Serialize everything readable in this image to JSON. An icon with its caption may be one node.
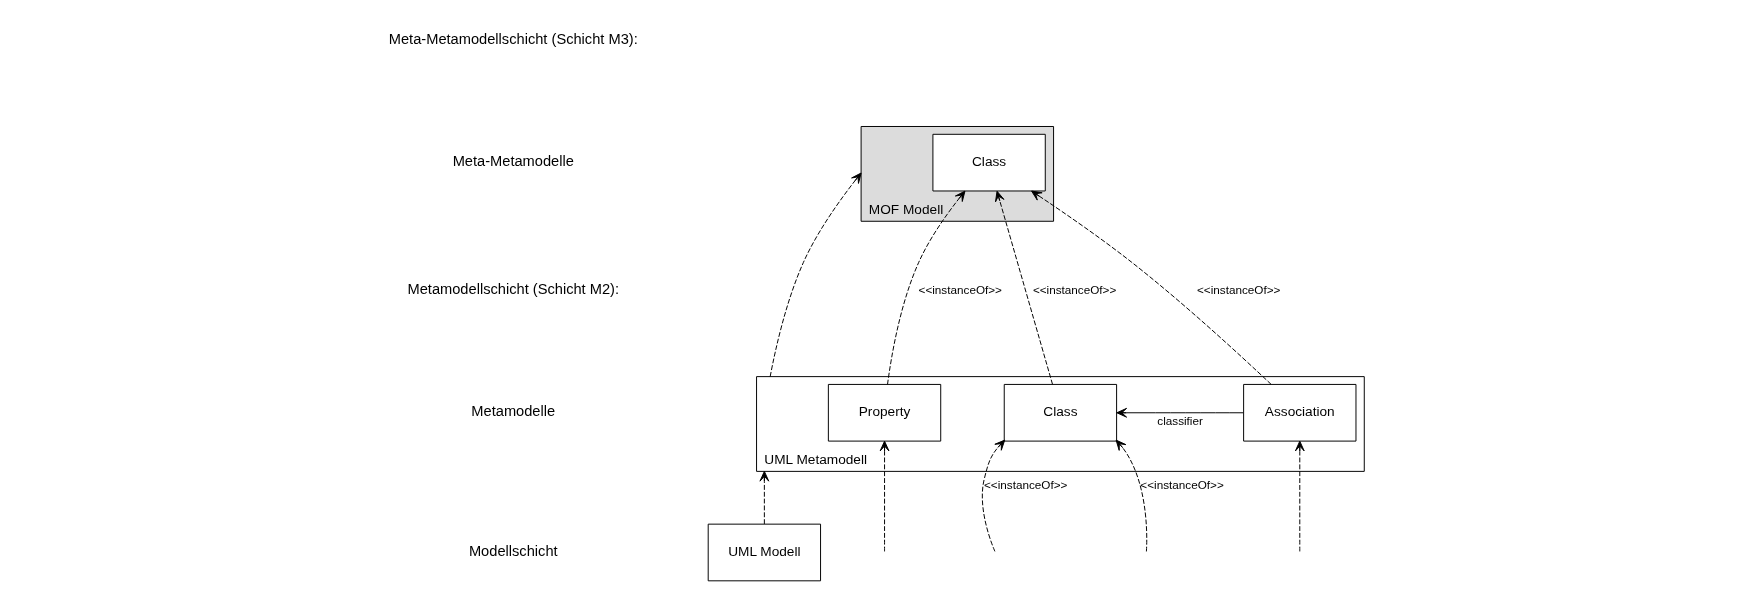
{
  "diagram": {
    "nodes": [
      {
        "text": [
          "MOF Modell"
        ]
      },
      {
        "text": [
          "Class"
        ],
        "in": 0
      },
      {
        "text": [
          "UML Metamodell"
        ]
      },
      {
        "text": [
          "Property"
        ],
        "in": 2
      },
      {
        "text": [
          "Class"
        ],
        "in": 2
      },
      {
        "text": [
          "Association"
        ],
        "in": 2
      },
      {
        "text": [
          "UML Modell"
        ]
      }
    ],
    "edges": [
      {
        "from": 2,
        "to": 0,
        "arrow": "to",
        "style": "dashed"
      },
      {
        "from": 3,
        "to": 1,
        "arrow": "to",
        "style": "dashed",
        "label": "<<instanceOf>>"
      },
      {
        "from": 4,
        "to": 1,
        "arrow": "to",
        "style": "dashed",
        "label": "<<instanceOf>>"
      },
      {
        "from": 5,
        "to": 1,
        "arrow": "to",
        "style": "dashed",
        "label": "<<instanceOf>>"
      },
      {
        "from": 5,
        "to": 4,
        "arrow": "to",
        "label": "classifier"
      },
      {
        "from": 6,
        "to": 2,
        "arrow": "to",
        "style": "dashed"
      },
      {
        "from": null,
        "to": 3,
        "arrow": "to",
        "style": "dashed"
      },
      {
        "from": null,
        "to": 4,
        "arrow": "to",
        "style": "dashed",
        "label": "<<instanceOf>>"
      },
      {
        "from": null,
        "to": 4,
        "arrow": "to",
        "style": "dashed",
        "label": "<<instanceOf>>"
      },
      {
        "from": null,
        "to": 5,
        "arrow": "to",
        "style": "dashed"
      }
    ],
    "labels": [
      "Meta-Metamodellschicht (Schicht M3):",
      "Meta-Metamodelle",
      "Metamodellschicht (Schicht M2):",
      "Metamodelle",
      "Modellschicht"
    ]
  }
}
